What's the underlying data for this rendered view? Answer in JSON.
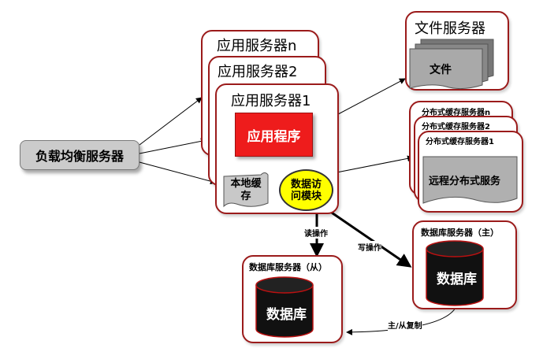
{
  "load_balancer": {
    "label": "负载均衡服务器"
  },
  "app_servers": {
    "titles": [
      "应用服务器n",
      "应用服务器2",
      "应用服务器1"
    ],
    "app_program": "应用程序",
    "local_cache": "本地缓存",
    "data_access_module": "数据访问模块"
  },
  "file_server": {
    "title": "文件服务器",
    "file_label": "文件"
  },
  "cache_servers": {
    "titles": [
      "分布式缓存服务器n",
      "分布式缓存服务器2",
      "分布式缓存服务器1"
    ],
    "remote_cache": "远程分布式服务"
  },
  "db_master": {
    "title": "数据库服务器（主）",
    "db_label": "数据库"
  },
  "db_slave": {
    "title": "数据库服务器（从）",
    "db_label": "数据库"
  },
  "edge_labels": {
    "read": "读操作",
    "write": "写操作",
    "replication": "主/从复制"
  },
  "colors": {
    "frame_border": "#9b1b1b",
    "app_program": "#ee1c1c",
    "module": "#ffff00",
    "cylinder": "#111111",
    "gray_box": "#cbcbcb"
  }
}
